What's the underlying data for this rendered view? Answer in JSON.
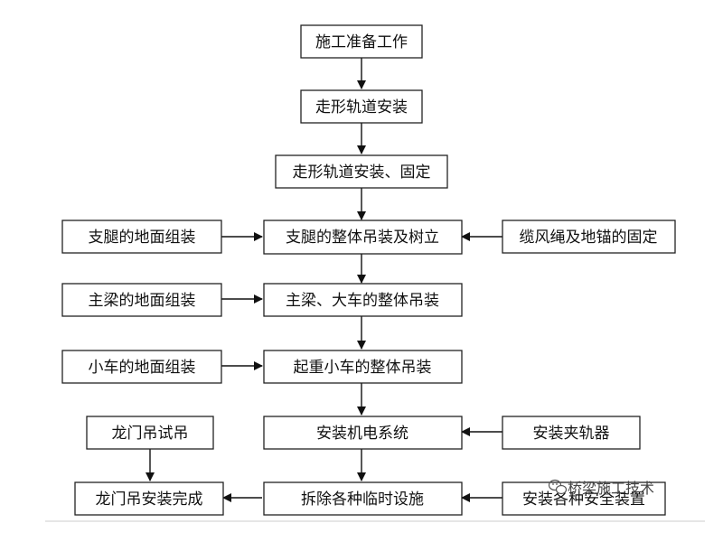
{
  "diagram": {
    "nodes": {
      "prep": {
        "label": "施工准备工作"
      },
      "rail_install": {
        "label": "走形轨道安装"
      },
      "rail_fix": {
        "label": "走形轨道安装、固定"
      },
      "leg_ground": {
        "label": "支腿的地面组装"
      },
      "leg_lift": {
        "label": "支腿的整体吊装及树立"
      },
      "anchor": {
        "label": "缆风绳及地锚的固定"
      },
      "beam_ground": {
        "label": "主梁的地面组装"
      },
      "beam_lift": {
        "label": "主梁、大车的整体吊装"
      },
      "trolley_ground": {
        "label": "小车的地面组装"
      },
      "trolley_lift": {
        "label": "起重小车的整体吊装"
      },
      "test_lift": {
        "label": "龙门吊试吊"
      },
      "electrical": {
        "label": "安装机电系统"
      },
      "clamp": {
        "label": "安装夹轨器"
      },
      "complete": {
        "label": "龙门吊安装完成"
      },
      "dismantle": {
        "label": "拆除各种临时设施"
      },
      "safety": {
        "label": "安装各种安全装置"
      }
    }
  },
  "watermark": {
    "text": "桥梁施工技术"
  }
}
